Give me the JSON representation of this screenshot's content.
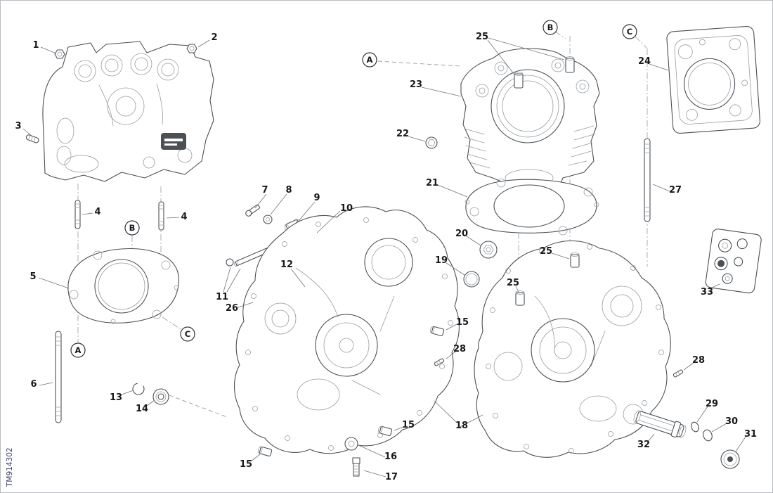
{
  "meta": {
    "drawing_code": "TM914302"
  },
  "colors": {
    "background": "#ffffff",
    "line": "#4b5055",
    "light": "#969ca1",
    "leader": "#6f747a",
    "label": "#17191c",
    "code": "#3d3f6e",
    "border": "#b9bcbf"
  },
  "callouts": {
    "n1": "1",
    "n2": "2",
    "n3": "3",
    "n4": "4",
    "n5": "5",
    "n6": "6",
    "n7": "7",
    "n8": "8",
    "n9": "9",
    "n10": "10",
    "n11": "11",
    "n12": "12",
    "n13": "13",
    "n14": "14",
    "n15": "15",
    "n16": "16",
    "n17": "17",
    "n18": "18",
    "n19": "19",
    "n20": "20",
    "n21": "21",
    "n22": "22",
    "n23": "23",
    "n24": "24",
    "n25": "25",
    "n26": "26",
    "n27": "27",
    "n28": "28",
    "n29": "29",
    "n30": "30",
    "n31": "31",
    "n32": "32",
    "n33": "33"
  },
  "markers": {
    "a": "A",
    "b": "B",
    "c": "C"
  }
}
